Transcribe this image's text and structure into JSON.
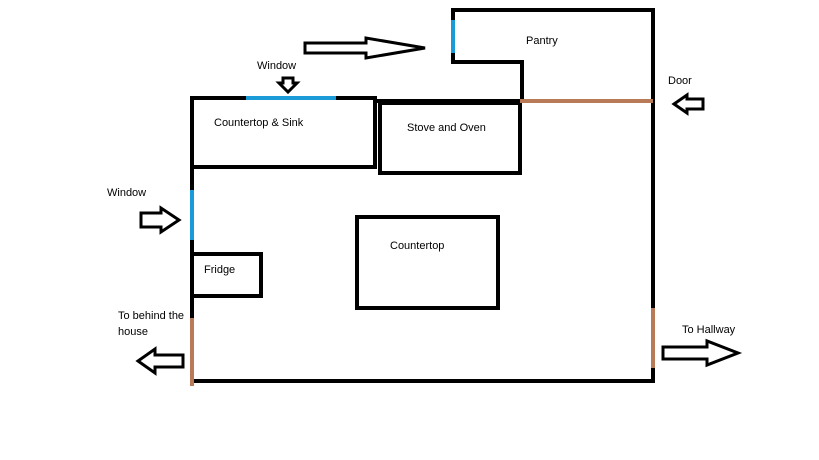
{
  "labels": {
    "window_top": "Window",
    "pantry": "Pantry",
    "door": "Door",
    "countertop_sink": "Countertop & Sink",
    "stove_oven": "Stove and Oven",
    "window_left": "Window",
    "countertop": "Countertop",
    "fridge": "Fridge",
    "behind_house_1": "To behind the",
    "behind_house_2": "house",
    "hallway": "To Hallway"
  },
  "colors": {
    "wall": "#000000",
    "window": "#1a9bd7",
    "door": "#b97a57",
    "background": "#ffffff"
  }
}
